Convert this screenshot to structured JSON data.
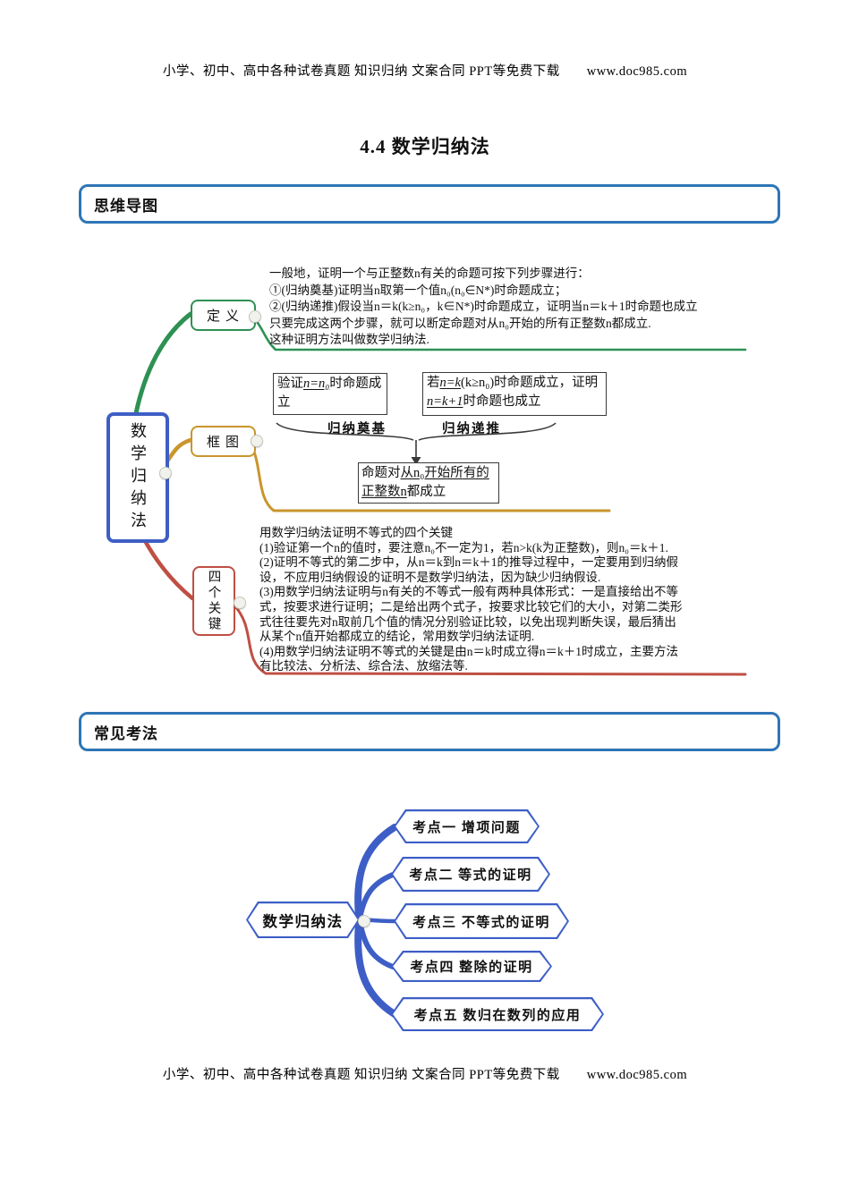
{
  "colors": {
    "section-border": "#2e75b6",
    "root-border": "#3f5ec4",
    "green": "#2e9153",
    "gold": "#c9952d",
    "red": "#bf4f44",
    "blue": "#3d5ec6",
    "box-line": "#3a3a3a"
  },
  "header": {
    "text": "小学、初中、高中各种试卷真题 知识归纳 文案合同 PPT等免费下载　　www.doc985.com"
  },
  "footer": {
    "text": "小学、初中、高中各种试卷真题 知识归纳 文案合同 PPT等免费下载　　www.doc985.com"
  },
  "title": "4.4  数学归纳法",
  "sections": {
    "mindmap": "思维导图",
    "exam": "常见考法"
  },
  "mindmap1": {
    "root": "数学归纳法",
    "definition": {
      "label": "定义",
      "lines": [
        "一般地，证明一个与正整数n有关的命题可按下列步骤进行：",
        "①(归纳奠基)证明当n取第一个值n₀(n₀∈N*)时命题成立；",
        "②(归纳递推)假设当n＝k(k≥n₀，k∈N*)时命题成立，证明当n＝k＋1时命题也成立",
        "只要完成这两个步骤，就可以断定命题对从n₀开始的所有正整数n都成立.",
        "这种证明方法叫做数学归纳法."
      ]
    },
    "diagram": {
      "label": "框图",
      "base": {
        "t1": "验证",
        "m1": "n=n₀",
        "t2": "时命题成立"
      },
      "step": {
        "t1": "若",
        "m1": "n=k",
        "t2": "(k≥n₀)时命题成立，",
        "t3": "证明",
        "m2": "n=k+1",
        "t4": "时命题也成立"
      },
      "base_label": "归纳奠基",
      "step_label": "归纳递推",
      "result": {
        "t1": "命题对",
        "u1": "从n₀开始所",
        "u2": "有的正整数n",
        "t2": "都成立"
      }
    },
    "keys": {
      "label": "四个关键",
      "lines": [
        "用数学归纳法证明不等式的四个关键",
        "(1)验证第一个n的值时，要注意n₀不一定为1，若n>k(k为正整数)，则n₀＝k＋1.",
        "(2)证明不等式的第二步中，从n＝k到n＝k＋1的推导过程中，一定要用到归纳假",
        "设，不应用归纳假设的证明不是数学归纳法，因为缺少归纳假设.",
        "(3)用数学归纳法证明与n有关的不等式一般有两种具体形式：一是直接给出不等",
        "式，按要求进行证明；二是给出两个式子，按要求比较它们的大小，对第二类形",
        "式往往要先对n取前几个值的情况分别验证比较，以免出现判断失误，最后猜出",
        "从某个n值开始都成立的结论，常用数学归纳法证明.",
        "(4)用数学归纳法证明不等式的关键是由n＝k时成立得n＝k＋1时成立，主要方法",
        "有比较法、分析法、综合法、放缩法等."
      ]
    }
  },
  "mindmap2": {
    "root": "数学归纳法",
    "nodes": [
      "考点一  增项问题",
      "考点二  等式的证明",
      "考点三  不等式的证明",
      "考点四  整除的证明",
      "考点五  数归在数列的应用"
    ]
  }
}
